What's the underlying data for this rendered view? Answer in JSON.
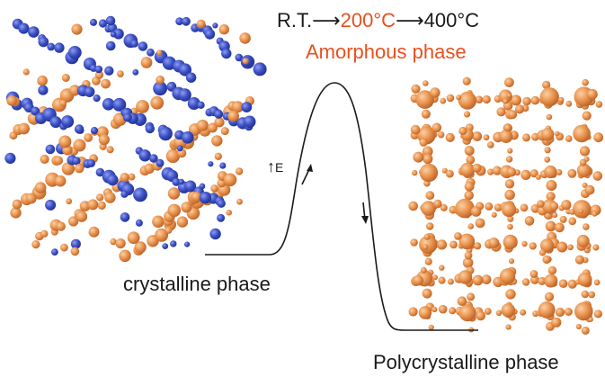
{
  "labels": {
    "start_temp": "R.T.",
    "mid_temp": "200°C",
    "end_temp": "400°C",
    "arrow": "⟶",
    "amorphous_phase": "Amorphous phase",
    "crystalline_phase": "crystalline phase",
    "polycrystalline_phase": "Polycrystalline phase",
    "energy": "E"
  },
  "colors": {
    "highlight": "#e8501e",
    "text": "#1a1a1a",
    "crystal_orange": "#e8914a",
    "crystal_blue": "#3a4fc4",
    "curve": "#1a1a1a"
  },
  "icons": {
    "energy_arrow": "up-arrow-icon",
    "rising_arrow": "up-right-arrow-icon",
    "falling_arrow": "down-arrow-icon"
  }
}
